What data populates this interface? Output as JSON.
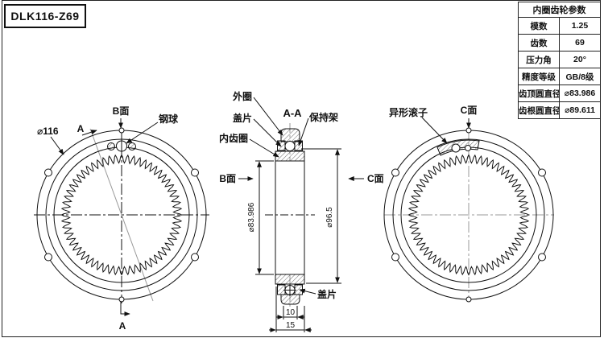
{
  "title_block": {
    "label": "DLK116-Z69"
  },
  "table": {
    "header": "内圈齿轮参数",
    "rows": [
      {
        "label": "模数",
        "value": "1.25"
      },
      {
        "label": "齿数",
        "value": "69"
      },
      {
        "label": "压力角",
        "value": "20°"
      },
      {
        "label": "精度等级",
        "value": "GB/8级"
      },
      {
        "label": "齿顶圆直径",
        "value": "⌀83.986"
      },
      {
        "label": "齿根圆直径",
        "value": "⌀89.611"
      }
    ]
  },
  "left_view": {
    "labels": {
      "b_face": "B面",
      "steel_ball": "钢球",
      "diameter": "⌀116",
      "section_a_top": "A",
      "section_a_bottom": "A"
    }
  },
  "section_view": {
    "title": "A-A",
    "labels": {
      "outer_ring": "外圈",
      "cover_plate_top": "盖片",
      "inner_gear_ring": "内齿圈",
      "cage": "保持架",
      "cover_plate_bottom": "盖片",
      "b_face": "B面",
      "c_face": "C面"
    },
    "dimensions": {
      "inner_diameter": "⌀83.986",
      "outer_diameter": "⌀96.5",
      "inner_width": "10",
      "outer_width": "15"
    }
  },
  "right_view": {
    "labels": {
      "roller": "异形滚子",
      "c_face": "C面"
    }
  },
  "colors": {
    "line": "#111111",
    "centerline_gray": "#999999",
    "background": "#ffffff"
  }
}
